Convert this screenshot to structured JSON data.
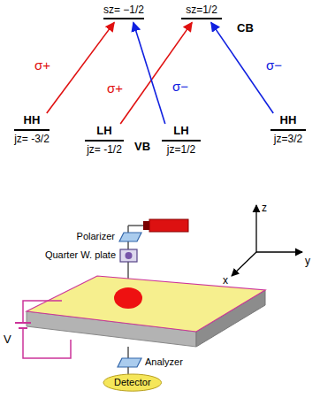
{
  "diagram": {
    "nodes": [
      {
        "text": [
          "sz= −1/2"
        ]
      },
      {
        "text": [
          "sz=1/2"
        ]
      },
      {
        "text": [
          "HH",
          "jz= -3/2"
        ]
      },
      {
        "text": [
          "LH",
          "jz= -1/2"
        ]
      },
      {
        "text": [
          "LH",
          "jz=1/2"
        ]
      },
      {
        "text": [
          "HH",
          "jz=3/2"
        ]
      },
      {
        "text": [
          "Detector"
        ]
      }
    ],
    "edges": [
      {
        "from": 2,
        "to": 0,
        "arrow": "to",
        "label": "σ+"
      },
      {
        "from": 3,
        "to": 1,
        "arrow": "to",
        "label": "σ+"
      },
      {
        "from": 4,
        "to": 0,
        "arrow": "to",
        "label": "σ−"
      },
      {
        "from": 5,
        "to": 1,
        "arrow": "to",
        "label": "σ−"
      }
    ],
    "labels": [
      "CB",
      "VB",
      "Polarizer",
      "Quarter W. plate",
      "V",
      "Analyzer",
      "z",
      "y",
      "x"
    ]
  }
}
